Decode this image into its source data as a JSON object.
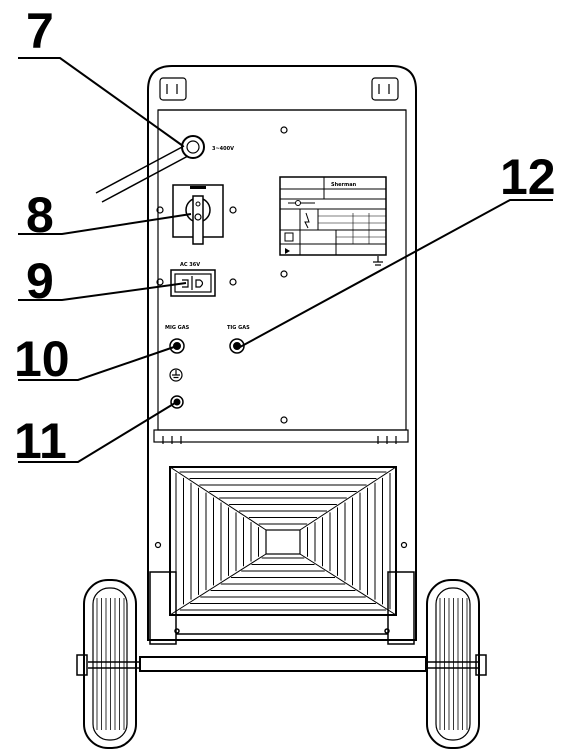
{
  "callouts": {
    "c7": "7",
    "c8": "8",
    "c9": "9",
    "c10": "10",
    "c11": "11",
    "c12": "12"
  },
  "panel_labels": {
    "cable_voltage": "3~400V",
    "switch_voltage": "AC 36V",
    "mig_gas": "MIG GAS",
    "tig_gas": "TIG GAS"
  },
  "rating_plate": {
    "brand": "Sherman"
  },
  "colors": {
    "line": "#000000",
    "background": "#ffffff"
  }
}
